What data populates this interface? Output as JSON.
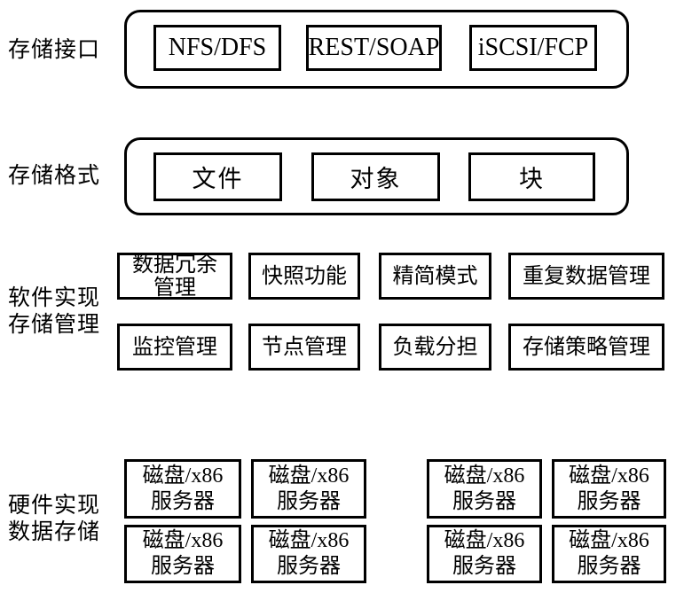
{
  "diagram": {
    "title_semantic": "distributed-storage-architecture",
    "colors": {
      "border": "#000000",
      "background": "#ffffff",
      "text": "#000000"
    },
    "sections": {
      "interface": {
        "label": "存储接口",
        "items": [
          "NFS/DFS",
          "REST/SOAP",
          "iSCSI/FCP"
        ]
      },
      "format": {
        "label": "存储格式",
        "items": [
          "文件",
          "对象",
          "块"
        ]
      },
      "software": {
        "label": "软件实现\n存储管理",
        "row1": [
          "数据冗余\n管理",
          "快照功能",
          "精简模式",
          "重复数据管理"
        ],
        "row2": [
          "监控管理",
          "节点管理",
          "负载分担",
          "存储策略管理"
        ]
      },
      "hardware": {
        "label": "硬件实现\n数据存储",
        "nodes": [
          "磁盘/x86\n服务器",
          "磁盘/x86\n服务器",
          "磁盘/x86\n服务器",
          "磁盘/x86\n服务器",
          "磁盘/x86\n服务器",
          "磁盘/x86\n服务器",
          "磁盘/x86\n服务器",
          "磁盘/x86\n服务器"
        ]
      }
    }
  }
}
